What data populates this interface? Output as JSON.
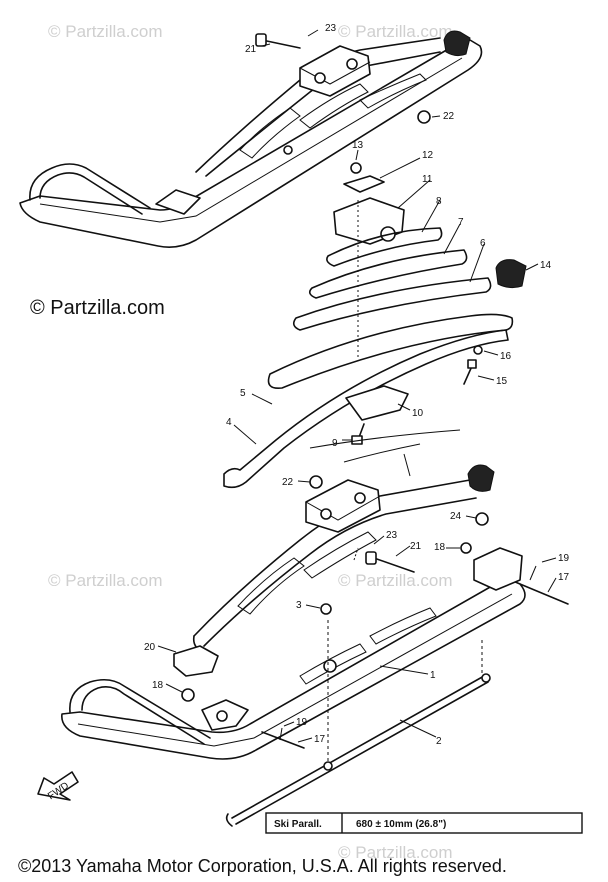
{
  "watermarks": {
    "small": "© Partzilla.com",
    "main": "© Partzilla.com"
  },
  "copyright": "©2013 Yamaha Motor Corporation, U.S.A. All rights reserved.",
  "direction_label": "FWD",
  "spec_table": {
    "label": "Ski Parall.",
    "value": "680 ± 10mm (26.8\")"
  },
  "callouts": [
    "23",
    "21",
    "22",
    "13",
    "12",
    "11",
    "8",
    "7",
    "6",
    "14",
    "16",
    "15",
    "5",
    "10",
    "4",
    "9",
    "22",
    "24",
    "23",
    "21",
    "18",
    "19",
    "17",
    "3",
    "20",
    "1",
    "18",
    "19",
    "17",
    "2"
  ]
}
